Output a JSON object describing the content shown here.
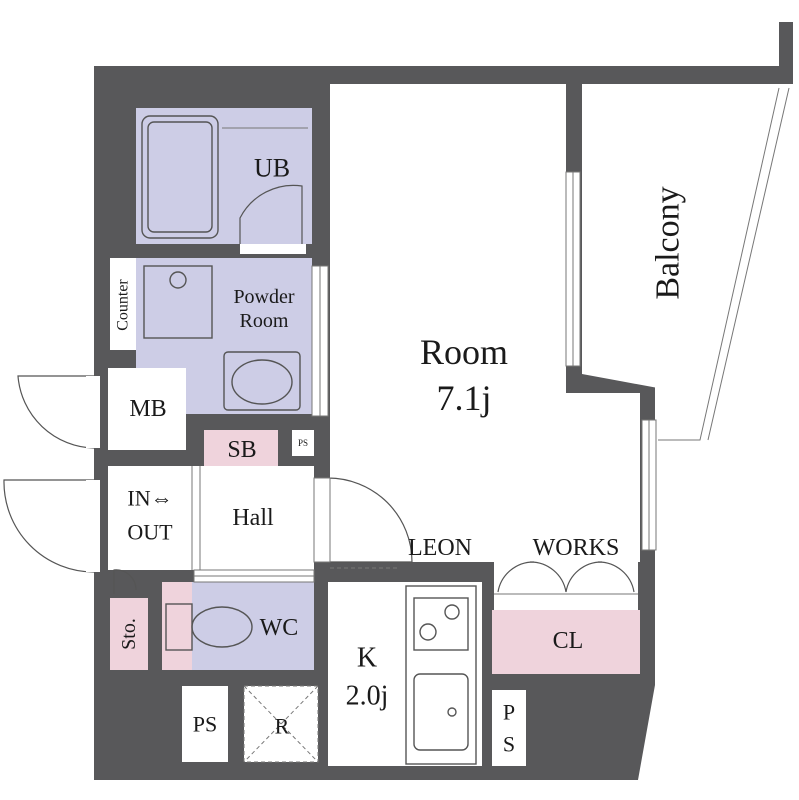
{
  "labels": {
    "ub": "UB",
    "powder_line1": "Powder",
    "powder_line2": "Room",
    "counter": "Counter",
    "mb": "MB",
    "sb": "SB",
    "ps_small": "PS",
    "room_line1": "Room",
    "room_line2": "7.1j",
    "balcony": "Balcony",
    "in_out_line1": "IN⇔",
    "in_out_line2": "OUT",
    "hall": "Hall",
    "leon": "LEON",
    "works": "WORKS",
    "wc": "WC",
    "sto": "Sto.",
    "k_line1": "K",
    "k_line2": "2.0j",
    "cl": "CL",
    "ps_left": "PS",
    "r": "R",
    "ps_right_1": "P",
    "ps_right_2": "S"
  },
  "colors": {
    "wall": "#58585a",
    "wet_area": "#cdcde6",
    "storage": "#efd3dc",
    "floor": "#ffffff"
  }
}
